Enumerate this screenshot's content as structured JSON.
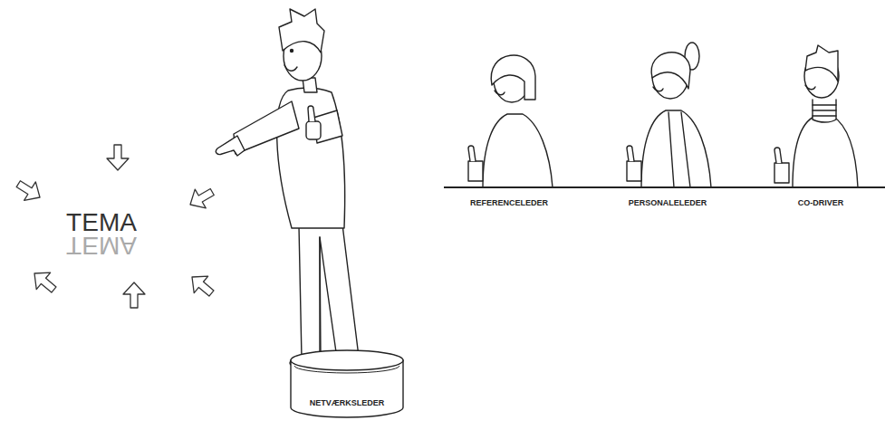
{
  "diagram": {
    "nodes": [
      {
        "text": [
          "NETVÆRKSLEDER"
        ]
      }
    ],
    "labels": [
      "TEMA",
      "TEMA",
      "REFERENCELEDER",
      "PERSONALELEDER",
      "CO-DRIVER"
    ]
  }
}
